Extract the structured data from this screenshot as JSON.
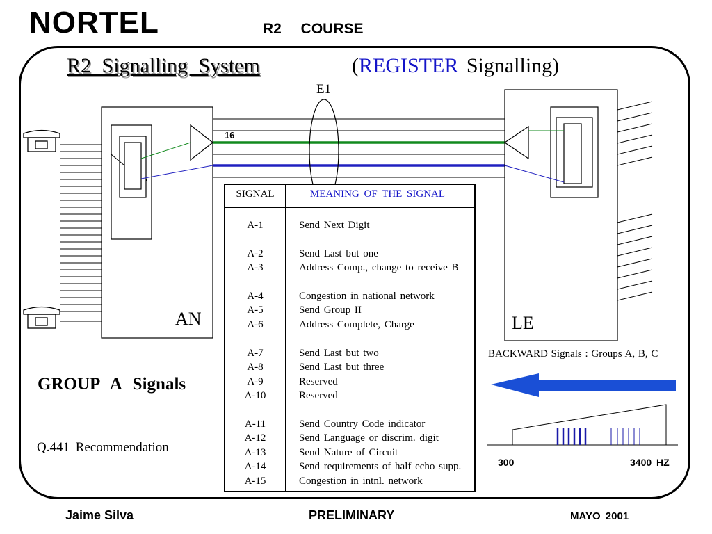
{
  "header": {
    "logo_text": "NORTEL",
    "course": "R2 COURSE"
  },
  "title": {
    "main": "R2 Signalling System",
    "sub_open": "(",
    "sub_accent": "REGISTER",
    "sub_rest": " Signalling)"
  },
  "diagram": {
    "e1_label": "E1",
    "channel_label": "16",
    "an_label": "AN",
    "le_label": "LE",
    "colors": {
      "green_line": "#128a1e",
      "blue_line": "#2020c0",
      "arrow_fill": "#1a4fd6",
      "spectrum_bars": "#1a1aa8"
    }
  },
  "left_panel": {
    "group_title": "GROUP A Signals",
    "recommendation": "Q.441 Recommendation"
  },
  "right_panel": {
    "backward_text": "BACKWARD Signals : Groups A, B, C",
    "freq_low": "300",
    "freq_high": "3400 HZ"
  },
  "table": {
    "header_signal": "SIGNAL",
    "header_meaning": "MEANING OF THE SIGNAL",
    "rows": [
      {
        "code": "A-1",
        "meaning": "Send Next Digit"
      },
      {
        "code": "A-2",
        "meaning": "Send Last but one"
      },
      {
        "code": "A-3",
        "meaning": "Address Comp., change to receive B"
      },
      {
        "code": "A-4",
        "meaning": "Congestion in national network"
      },
      {
        "code": "A-5",
        "meaning": "Send Group II"
      },
      {
        "code": "A-6",
        "meaning": "Address Complete, Charge"
      },
      {
        "code": "A-7",
        "meaning": "Send Last but two"
      },
      {
        "code": "A-8",
        "meaning": "Send Last but three"
      },
      {
        "code": "A-9",
        "meaning": "Reserved"
      },
      {
        "code": "A-10",
        "meaning": "Reserved"
      },
      {
        "code": "A-11",
        "meaning": "Send Country Code indicator"
      },
      {
        "code": "A-12",
        "meaning": "Send Language or discrim. digit"
      },
      {
        "code": "A-13",
        "meaning": "Send Nature of Circuit"
      },
      {
        "code": "A-14",
        "meaning": "Send requirements of half echo supp."
      },
      {
        "code": "A-15",
        "meaning": "Congestion in intnl. network"
      }
    ]
  },
  "footer": {
    "author": "Jaime Silva",
    "status": "PRELIMINARY",
    "date": "MAYO 2001"
  }
}
